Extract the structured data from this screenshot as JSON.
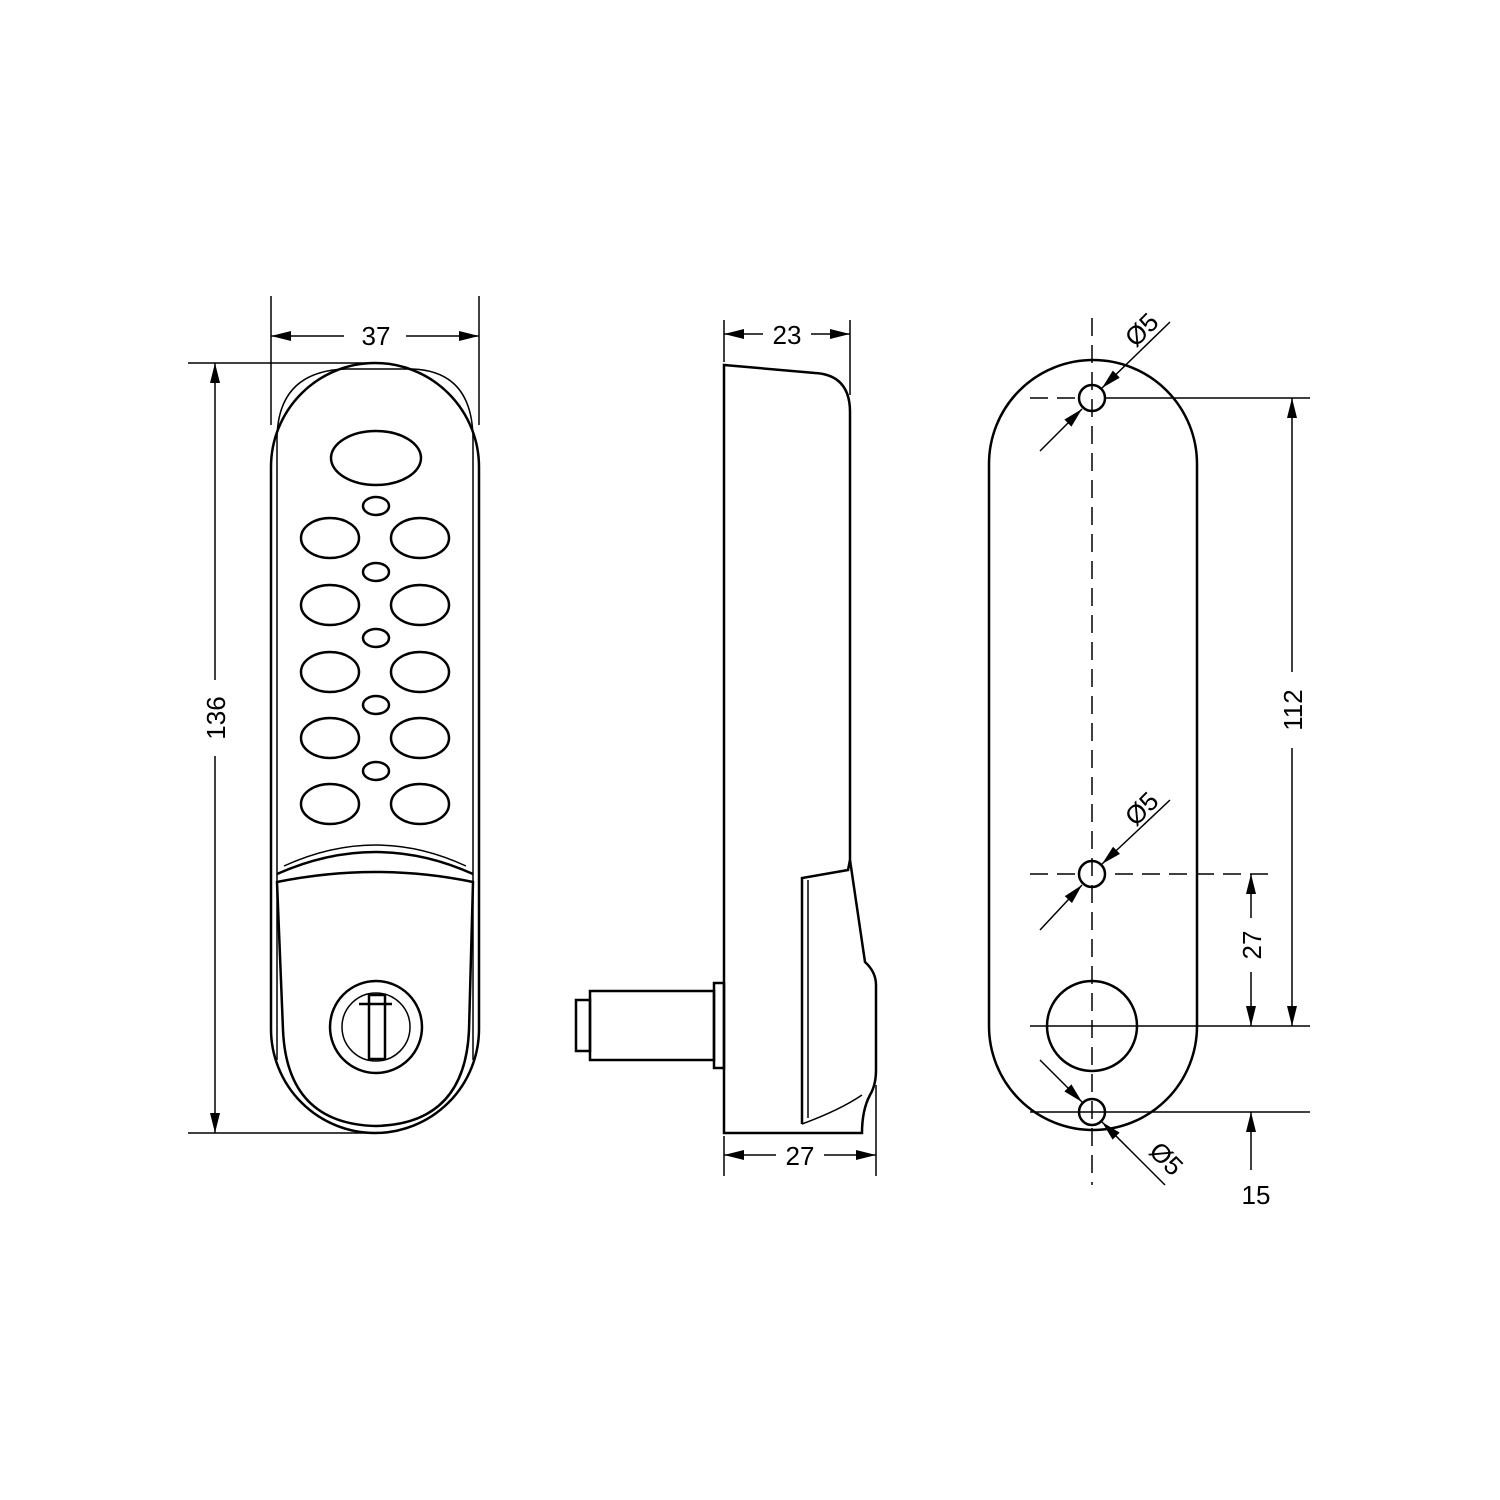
{
  "drawing": {
    "front_view": {
      "width_label": "37",
      "height_label": "136"
    },
    "side_view": {
      "depth_top_label": "23",
      "depth_bottom_label": "27"
    },
    "back_view": {
      "hole_top_label": "Ø5",
      "hole_mid_label": "Ø5",
      "hole_bottom_label": "Ø5",
      "span_label": "112",
      "mid_offset_label": "27",
      "bottom_offset_label": "15"
    }
  }
}
